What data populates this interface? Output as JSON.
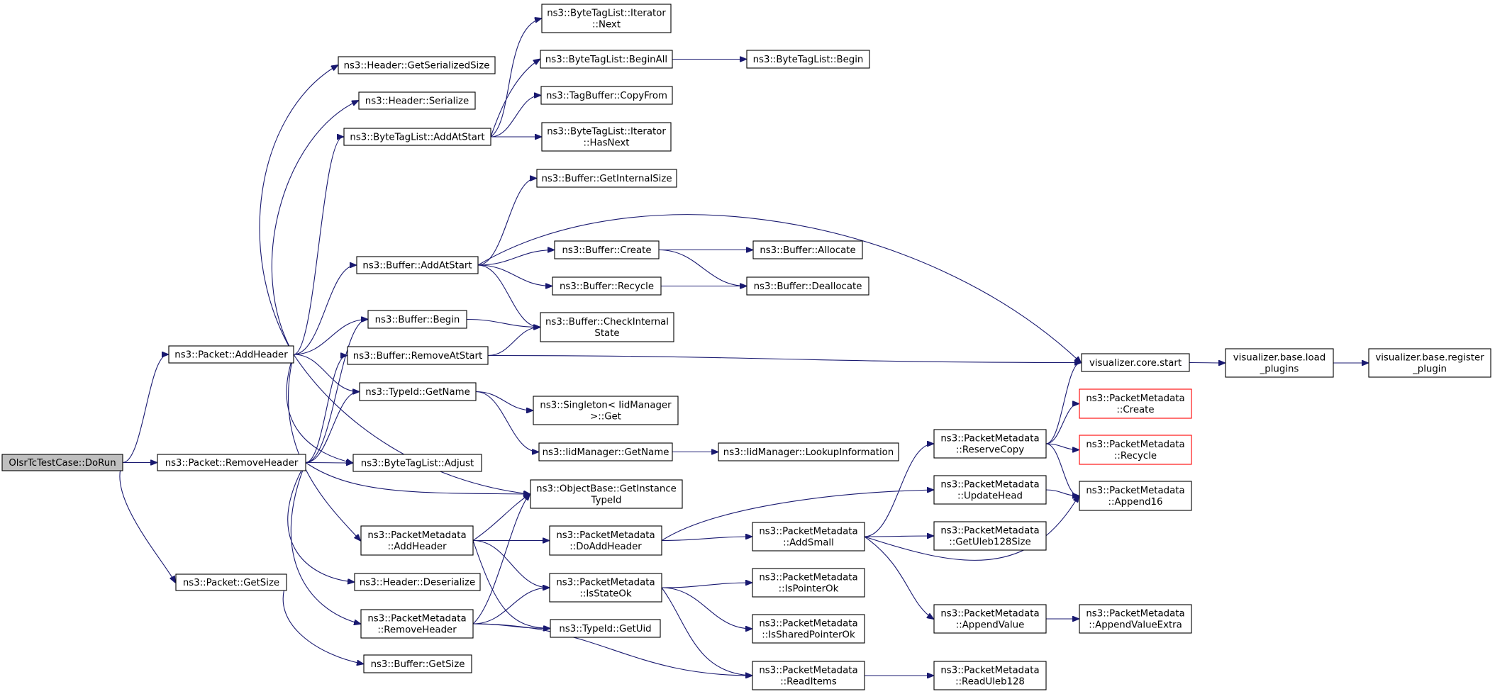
{
  "diagram": {
    "type": "call-graph",
    "colors": {
      "edge": "#191970",
      "node_border": "#000000",
      "node_fill": "#ffffff",
      "root_fill": "#bfbfbf",
      "truncated_border": "#ff0000"
    },
    "nodes": [
      {
        "id": "dorun",
        "lines": [
          "OlsrTcTestCase::DoRun"
        ],
        "style": "root"
      },
      {
        "id": "pkt_addheader",
        "lines": [
          "ns3::Packet::AddHeader"
        ]
      },
      {
        "id": "pkt_removeheader",
        "lines": [
          "ns3::Packet::RemoveHeader"
        ]
      },
      {
        "id": "pkt_getsize",
        "lines": [
          "ns3::Packet::GetSize"
        ]
      },
      {
        "id": "hdr_getserializedsize",
        "lines": [
          "ns3::Header::GetSerializedSize"
        ]
      },
      {
        "id": "hdr_serialize",
        "lines": [
          "ns3::Header::Serialize"
        ]
      },
      {
        "id": "btl_addatstart",
        "lines": [
          "ns3::ByteTagList::AddAtStart"
        ]
      },
      {
        "id": "buf_addatstart",
        "lines": [
          "ns3::Buffer::AddAtStart"
        ]
      },
      {
        "id": "buf_begin",
        "lines": [
          "ns3::Buffer::Begin"
        ]
      },
      {
        "id": "buf_removeatstart",
        "lines": [
          "ns3::Buffer::RemoveAtStart"
        ]
      },
      {
        "id": "typeid_getname",
        "lines": [
          "ns3::TypeId::GetName"
        ]
      },
      {
        "id": "btl_adjust",
        "lines": [
          "ns3::ByteTagList::Adjust"
        ]
      },
      {
        "id": "pm_addheader",
        "lines": [
          "ns3::PacketMetadata",
          "::AddHeader"
        ]
      },
      {
        "id": "hdr_deserialize",
        "lines": [
          "ns3::Header::Deserialize"
        ]
      },
      {
        "id": "pm_removeheader",
        "lines": [
          "ns3::PacketMetadata",
          "::RemoveHeader"
        ]
      },
      {
        "id": "buf_getsize",
        "lines": [
          "ns3::Buffer::GetSize"
        ]
      },
      {
        "id": "btli_next",
        "lines": [
          "ns3::ByteTagList::Iterator",
          "::Next"
        ]
      },
      {
        "id": "btl_beginall",
        "lines": [
          "ns3::ByteTagList::BeginAll"
        ]
      },
      {
        "id": "tb_copyfrom",
        "lines": [
          "ns3::TagBuffer::CopyFrom"
        ]
      },
      {
        "id": "btli_hasnext",
        "lines": [
          "ns3::ByteTagList::Iterator",
          "::HasNext"
        ]
      },
      {
        "id": "buf_getinternalsize",
        "lines": [
          "ns3::Buffer::GetInternalSize"
        ]
      },
      {
        "id": "buf_create",
        "lines": [
          "ns3::Buffer::Create"
        ]
      },
      {
        "id": "buf_recycle",
        "lines": [
          "ns3::Buffer::Recycle"
        ]
      },
      {
        "id": "buf_checkinternalstate",
        "lines": [
          "ns3::Buffer::CheckInternal",
          "State"
        ]
      },
      {
        "id": "singleton_get",
        "lines": [
          "ns3::Singleton< IidManager",
          " >::Get"
        ]
      },
      {
        "id": "iid_getname",
        "lines": [
          "ns3::IidManager::GetName"
        ]
      },
      {
        "id": "ob_getinstancetypeid",
        "lines": [
          "ns3::ObjectBase::GetInstance",
          "TypeId"
        ]
      },
      {
        "id": "pm_doaddheader",
        "lines": [
          "ns3::PacketMetadata",
          "::DoAddHeader"
        ]
      },
      {
        "id": "pm_isstateok",
        "lines": [
          "ns3::PacketMetadata",
          "::IsStateOk"
        ]
      },
      {
        "id": "typeid_getuid",
        "lines": [
          "ns3::TypeId::GetUid"
        ]
      },
      {
        "id": "btl_begin",
        "lines": [
          "ns3::ByteTagList::Begin"
        ]
      },
      {
        "id": "buf_allocate",
        "lines": [
          "ns3::Buffer::Allocate"
        ]
      },
      {
        "id": "buf_deallocate",
        "lines": [
          "ns3::Buffer::Deallocate"
        ]
      },
      {
        "id": "iid_lookupinformation",
        "lines": [
          "ns3::IidManager::LookupInformation"
        ]
      },
      {
        "id": "pm_addsmall",
        "lines": [
          "ns3::PacketMetadata",
          "::AddSmall"
        ]
      },
      {
        "id": "pm_ispointerok",
        "lines": [
          "ns3::PacketMetadata",
          "::IsPointerOk"
        ]
      },
      {
        "id": "pm_issharedpointerok",
        "lines": [
          "ns3::PacketMetadata",
          "::IsSharedPointerOk"
        ]
      },
      {
        "id": "pm_readitems",
        "lines": [
          "ns3::PacketMetadata",
          "::ReadItems"
        ]
      },
      {
        "id": "pm_reservecopy",
        "lines": [
          "ns3::PacketMetadata",
          "::ReserveCopy"
        ]
      },
      {
        "id": "pm_updatehead",
        "lines": [
          "ns3::PacketMetadata",
          "::UpdateHead"
        ]
      },
      {
        "id": "pm_getuleb128size",
        "lines": [
          "ns3::PacketMetadata",
          "::GetUleb128Size"
        ]
      },
      {
        "id": "pm_appendvalue",
        "lines": [
          "ns3::PacketMetadata",
          "::AppendValue"
        ]
      },
      {
        "id": "pm_readuleb128",
        "lines": [
          "ns3::PacketMetadata",
          "::ReadUleb128"
        ]
      },
      {
        "id": "vis_core_start",
        "lines": [
          "visualizer.core.start"
        ]
      },
      {
        "id": "pm_create",
        "lines": [
          "ns3::PacketMetadata",
          "::Create"
        ],
        "style": "truncated"
      },
      {
        "id": "pm_recycle",
        "lines": [
          "ns3::PacketMetadata",
          "::Recycle"
        ],
        "style": "truncated"
      },
      {
        "id": "pm_append16",
        "lines": [
          "ns3::PacketMetadata",
          "::Append16"
        ]
      },
      {
        "id": "pm_appendvalueextra",
        "lines": [
          "ns3::PacketMetadata",
          "::AppendValueExtra"
        ]
      },
      {
        "id": "vis_base_load_plugins",
        "lines": [
          "visualizer.base.load",
          "_plugins"
        ]
      },
      {
        "id": "vis_base_register_plugin",
        "lines": [
          "visualizer.base.register",
          "_plugin"
        ]
      }
    ],
    "edges": [
      [
        "dorun",
        "pkt_addheader"
      ],
      [
        "dorun",
        "pkt_removeheader"
      ],
      [
        "dorun",
        "pkt_getsize"
      ],
      [
        "pkt_addheader",
        "hdr_getserializedsize"
      ],
      [
        "pkt_addheader",
        "hdr_serialize"
      ],
      [
        "pkt_addheader",
        "btl_addatstart"
      ],
      [
        "pkt_addheader",
        "buf_addatstart"
      ],
      [
        "pkt_addheader",
        "buf_begin"
      ],
      [
        "pkt_addheader",
        "typeid_getname"
      ],
      [
        "pkt_addheader",
        "btl_adjust"
      ],
      [
        "pkt_addheader",
        "ob_getinstancetypeid"
      ],
      [
        "pkt_addheader",
        "pm_addheader"
      ],
      [
        "pkt_removeheader",
        "buf_begin"
      ],
      [
        "pkt_removeheader",
        "buf_removeatstart"
      ],
      [
        "pkt_removeheader",
        "typeid_getname"
      ],
      [
        "pkt_removeheader",
        "btl_adjust"
      ],
      [
        "pkt_removeheader",
        "ob_getinstancetypeid"
      ],
      [
        "pkt_removeheader",
        "hdr_deserialize"
      ],
      [
        "pkt_removeheader",
        "pm_removeheader"
      ],
      [
        "pkt_getsize",
        "buf_getsize"
      ],
      [
        "btl_addatstart",
        "btli_next"
      ],
      [
        "btl_addatstart",
        "btl_beginall"
      ],
      [
        "btl_addatstart",
        "tb_copyfrom"
      ],
      [
        "btl_addatstart",
        "btli_hasnext"
      ],
      [
        "btl_beginall",
        "btl_begin"
      ],
      [
        "buf_addatstart",
        "buf_getinternalsize"
      ],
      [
        "buf_addatstart",
        "vis_core_start"
      ],
      [
        "buf_addatstart",
        "buf_create"
      ],
      [
        "buf_addatstart",
        "buf_recycle"
      ],
      [
        "buf_addatstart",
        "buf_checkinternalstate"
      ],
      [
        "buf_create",
        "buf_allocate"
      ],
      [
        "buf_create",
        "buf_deallocate"
      ],
      [
        "buf_recycle",
        "buf_deallocate"
      ],
      [
        "buf_begin",
        "buf_checkinternalstate"
      ],
      [
        "buf_removeatstart",
        "buf_checkinternalstate"
      ],
      [
        "buf_removeatstart",
        "vis_core_start"
      ],
      [
        "typeid_getname",
        "singleton_get"
      ],
      [
        "typeid_getname",
        "iid_getname"
      ],
      [
        "iid_getname",
        "iid_lookupinformation"
      ],
      [
        "pm_addheader",
        "ob_getinstancetypeid"
      ],
      [
        "pm_addheader",
        "pm_doaddheader"
      ],
      [
        "pm_addheader",
        "pm_isstateok"
      ],
      [
        "pm_addheader",
        "typeid_getuid"
      ],
      [
        "pm_removeheader",
        "ob_getinstancetypeid"
      ],
      [
        "pm_removeheader",
        "pm_isstateok"
      ],
      [
        "pm_removeheader",
        "typeid_getuid"
      ],
      [
        "pm_removeheader",
        "pm_readitems"
      ],
      [
        "pm_doaddheader",
        "pm_updatehead"
      ],
      [
        "pm_doaddheader",
        "pm_addsmall"
      ],
      [
        "pm_isstateok",
        "pm_ispointerok"
      ],
      [
        "pm_isstateok",
        "pm_issharedpointerok"
      ],
      [
        "pm_isstateok",
        "pm_readitems"
      ],
      [
        "pm_addsmall",
        "pm_reservecopy"
      ],
      [
        "pm_addsmall",
        "pm_getuleb128size"
      ],
      [
        "pm_addsmall",
        "pm_appendvalue"
      ],
      [
        "pm_addsmall",
        "pm_append16"
      ],
      [
        "pm_readitems",
        "pm_readuleb128"
      ],
      [
        "pm_reservecopy",
        "vis_core_start"
      ],
      [
        "pm_reservecopy",
        "pm_create"
      ],
      [
        "pm_reservecopy",
        "pm_recycle"
      ],
      [
        "pm_reservecopy",
        "pm_append16"
      ],
      [
        "pm_updatehead",
        "pm_append16"
      ],
      [
        "pm_appendvalue",
        "pm_appendvalueextra"
      ],
      [
        "vis_core_start",
        "vis_base_load_plugins"
      ],
      [
        "vis_base_load_plugins",
        "vis_base_register_plugin"
      ]
    ]
  }
}
